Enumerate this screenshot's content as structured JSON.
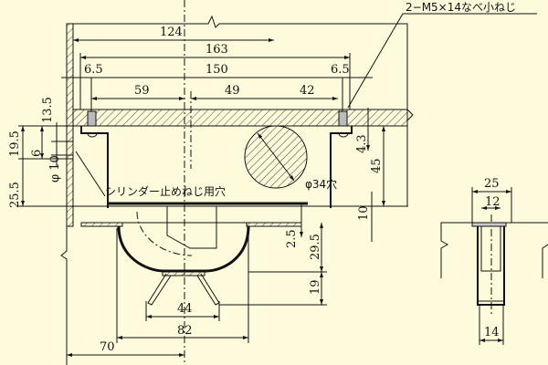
{
  "drawing": {
    "note_screws": "2−M5×14なべ小ねじ",
    "note_cylinder_hole": "シリンダー止めねじ用穴",
    "note_hole": "φ34穴",
    "dims": {
      "d124": "124",
      "d163": "163",
      "d150": "150",
      "d6_5_left": "6.5",
      "d6_5_right": "6.5",
      "d59": "59",
      "d49": "49",
      "d42": "42",
      "d13_5": "13.5",
      "d19_5": "19.5",
      "d6": "6",
      "d_phi10": "φ 10",
      "d25_5": "25.5",
      "d4_3": "4.3",
      "d45": "45",
      "d10": "10",
      "d2_5": "2.5",
      "d29_5": "29.5",
      "d19": "19",
      "d44": "44",
      "d82": "82",
      "d70": "70",
      "side_25": "25",
      "side_12": "12",
      "side_14": "14"
    }
  }
}
